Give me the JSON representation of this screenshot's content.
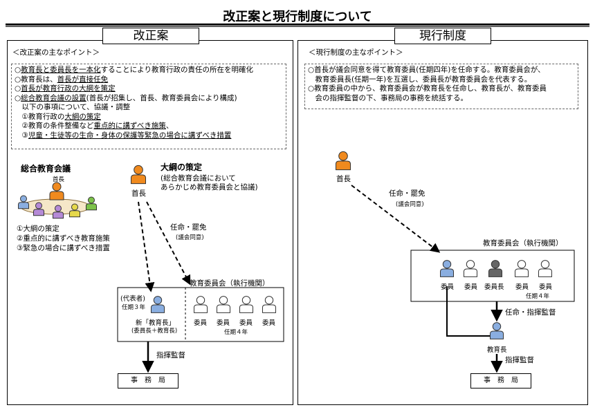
{
  "title": "改正案と現行制度について",
  "left": {
    "tab": "改正案",
    "points_heading": "＜改正案の主なポイント＞",
    "points": [
      {
        "pre": "○",
        "u": "教育長と委員長を一本化",
        "post": "することにより教育行政の責任の所在を明確化"
      },
      {
        "pre": "○教育長は、",
        "u": "首長が直接任免",
        "post": ""
      },
      {
        "pre": "○",
        "u": "首長が教育行政の大綱を策定",
        "post": ""
      },
      {
        "pre": "○",
        "u": "総合教育会議の設置",
        "post": "(首長が招集し、首長、教育委員会により構成)"
      },
      {
        "pre": "　以下の事項について、協議・調整",
        "u": "",
        "post": ""
      },
      {
        "pre": "　①教育行政の",
        "u": "大綱の策定",
        "post": ""
      },
      {
        "pre": "　②教育の条件整備など",
        "u": "重点的に講ずべき施策",
        "post": "、"
      },
      {
        "pre": "　③",
        "u": "児童・生徒等の生命・身体の保護等緊急の場合に講ずべき措置",
        "post": ""
      }
    ],
    "council_title": "総合教育会議",
    "council_head_label": "首長",
    "council_items": [
      "①大綱の策定",
      "②重点的に講ずべき教育施策",
      "③緊急の場合に講ずべき措置"
    ],
    "head_label": "首長",
    "outline_title": "大綱の策定",
    "outline_lines": [
      "(総合教育会議において",
      "あらかじめ教育委員会と協議)"
    ],
    "appoint": "任命・罷免",
    "appoint_note": "(議会同意)",
    "board_title": "教育委員会（執行機関）",
    "rep_label": "(代表者)",
    "rep_term": "任期３年",
    "new_head": "新「教育長」",
    "new_head_sub": "(委員長＋教育長)",
    "members": [
      "委員",
      "委員",
      "委員",
      "委員"
    ],
    "member_term": "任期４年",
    "supervise": "指揮監督",
    "office": "事　務　局"
  },
  "right": {
    "tab": "現行制度",
    "points_heading": "＜現行制度の主なポイント＞",
    "points": [
      "○首長が議会同意を得て教育委員(任期四年)を任命する。教育委員会が、",
      "　教育委員長(任期一年)を互選し、委員長が教育委員会を代表する。",
      "○教育委員の中から、教育委員会が教育長を任命し、教育長が、教育委員",
      "　会の指揮監督の下、事務局の事務を統括する。"
    ],
    "head_label": "首長",
    "appoint": "任命・罷免",
    "appoint_note": "(議会同意)",
    "board_title": "教育委員会（執行機関）",
    "members": [
      "委員",
      "委員",
      "委員長",
      "委員",
      "委員"
    ],
    "member_term": "任期４年",
    "appoint2": "任命・指揮監督",
    "edu_head": "教育長",
    "supervise": "指揮監督",
    "office": "事　務　局"
  },
  "colors": {
    "head": "#f08a1e",
    "member_blue": "#8aaee0",
    "member_white": "#ffffff",
    "member_gray": "#666666",
    "member_green": "#7cc24a",
    "member_purple": "#b58ad6",
    "member_yellow": "#e6d84a",
    "table": "#f5e7c8"
  }
}
